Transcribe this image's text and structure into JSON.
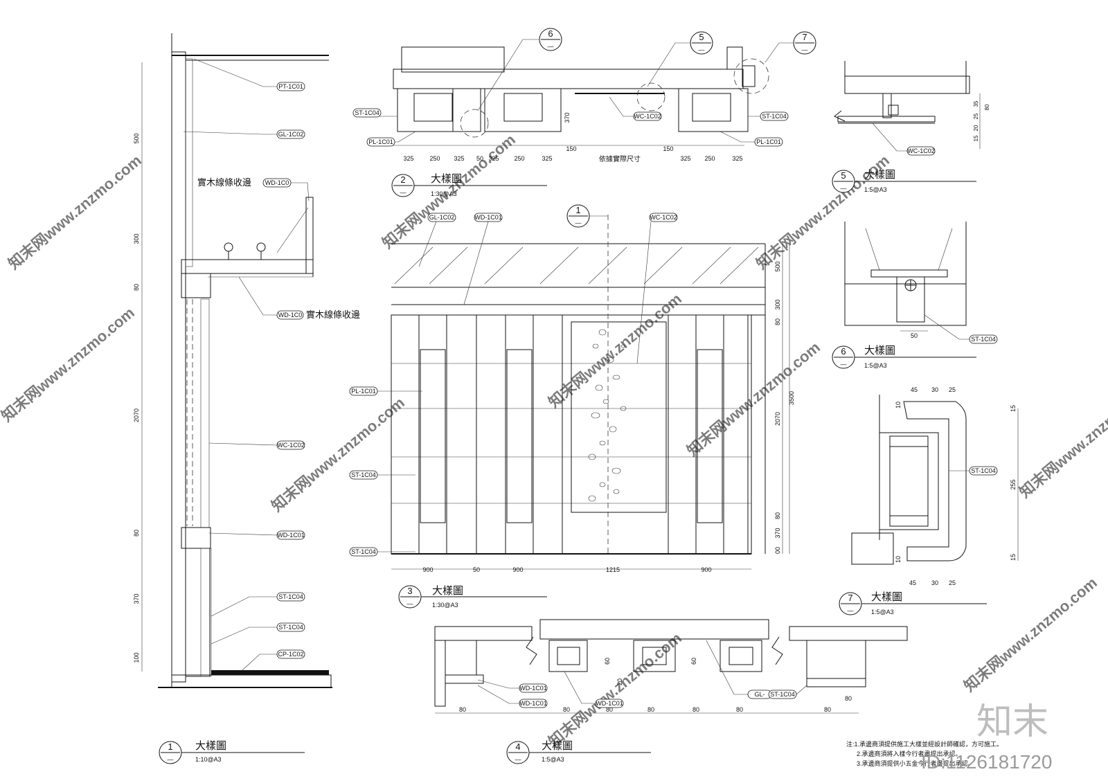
{
  "details": [
    {
      "id": "d1",
      "number": "1",
      "sub": "—",
      "title": "大樣圖",
      "scale": "1:10@A3"
    },
    {
      "id": "d2",
      "number": "2",
      "sub": "—",
      "title": "大樣圖",
      "scale": "1:30@A3"
    },
    {
      "id": "d3",
      "number": "3",
      "sub": "—",
      "title": "大樣圖",
      "scale": "1:30@A3"
    },
    {
      "id": "d4",
      "number": "4",
      "sub": "—",
      "title": "大樣圖",
      "scale": "1:5@A3"
    },
    {
      "id": "d5",
      "number": "5",
      "sub": "—",
      "title": "大樣圖",
      "scale": "1:5@A3"
    },
    {
      "id": "d6",
      "number": "6",
      "sub": "—",
      "title": "大樣圖",
      "scale": "1:5@A3"
    },
    {
      "id": "d7",
      "number": "7",
      "sub": "—",
      "title": "大樣圖",
      "scale": "1:5@A3"
    }
  ],
  "callouts": [
    {
      "number": "1",
      "sub": "—"
    },
    {
      "number": "5",
      "sub": "—"
    },
    {
      "number": "6",
      "sub": "—"
    },
    {
      "number": "7",
      "sub": "—"
    }
  ],
  "material_tags": {
    "pt": "PT-1C01",
    "gl": "GL-1C02",
    "wd": "WD-1C01",
    "wd_short": "WD-1C0",
    "wc": "WC-1C02",
    "st": "ST-1C04",
    "pl": "PL-1C01",
    "cp": "CP-1C02",
    "gl_short": "GL-"
  },
  "annotations": {
    "wood_trim": "實木線條收邊",
    "plan_center": "依據實際尺寸"
  },
  "dims": {
    "d1_vertical": [
      "500",
      "300",
      "80",
      "2070",
      "80",
      "370",
      "100"
    ],
    "d2_bottom": [
      "325",
      "250",
      "325",
      "50",
      "325",
      "250",
      "325",
      "325",
      "250",
      "325"
    ],
    "d2_small": [
      "150",
      "150",
      "370"
    ],
    "d3_bottom": [
      "900",
      "50",
      "900",
      "1215",
      "900"
    ],
    "d3_right": [
      "500",
      "300",
      "80",
      "2070",
      "80",
      "370",
      "00",
      "3500"
    ],
    "d4_bottom": [
      "80",
      "80",
      "80",
      "80",
      "80",
      "80",
      "80",
      "80"
    ],
    "d4_misc": [
      "60",
      "60",
      "20"
    ],
    "d5": [
      "35",
      "25",
      "80",
      "20",
      "15"
    ],
    "d6": [
      "50"
    ],
    "d7_top": [
      "45",
      "30",
      "25"
    ],
    "d7_bottom": [
      "45",
      "30",
      "25"
    ],
    "d7_right": [
      "15",
      "255",
      "15"
    ],
    "d7_left": [
      "10",
      "10"
    ]
  },
  "notes": [
    "注:1.承邊商須提供施工大樣並經設計師確認，方可施工。",
    "2.承邊商須將入樣今行者盡提出承認。",
    "3.承邊商須提供小五金今行者盡提出承認。"
  ],
  "branding": {
    "logo": "知末",
    "id_label": "ID:1126181720",
    "watermark": "知末网www.znzmo.com"
  }
}
